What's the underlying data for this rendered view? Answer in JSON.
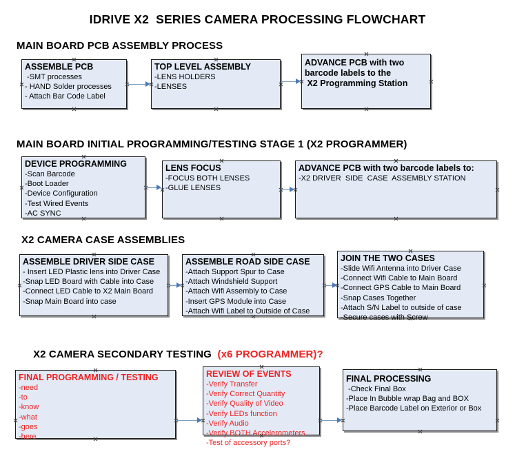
{
  "document": {
    "title": "IDRIVE X2  SERIES CAMERA PROCESSING FLOWCHART"
  },
  "sections": [
    {
      "id": "main-board-pcb-assembly-process",
      "heading": "MAIN BOARD PCB ASSEMBLY PROCESS",
      "heading_accent": ""
    },
    {
      "id": "main-board-initial-programming",
      "heading": "MAIN BOARD INITIAL PROGRAMMING/TESTING STAGE 1 (X2 PROGRAMMER)",
      "heading_accent": ""
    },
    {
      "id": "x2-camera-case-assemblies",
      "heading": "X2 CAMERA CASE ASSEMBLIES",
      "heading_accent": ""
    },
    {
      "id": "x2-camera-secondary-testing",
      "heading": "X2 CAMERA SECONDARY TESTING  ",
      "heading_accent": "(x6 PROGRAMMER)?"
    }
  ],
  "boxes": {
    "assemble_pcb": {
      "header": "ASSEMBLE PCB",
      "lines": [
        " -SMT processes",
        "- HAND Solder processes",
        "- Attach Bar Code Label"
      ]
    },
    "top_level_assembly": {
      "header": "TOP LEVEL ASSEMBLY",
      "lines": [
        "-LENS HOLDERS",
        "-LENSES"
      ]
    },
    "advance_pcb_station": {
      "header": "ADVANCE PCB with two\nbarcode labels to the\n X2 Programming Station",
      "lines": []
    },
    "device_programming": {
      "header": "DEVICE PROGRAMMING",
      "lines": [
        "-Scan Barcode",
        "-Boot Loader",
        "-Device Configuration",
        "-Test Wired Events",
        "-AC SYNC"
      ]
    },
    "lens_focus": {
      "header": "LENS FOCUS",
      "lines": [
        "-FOCUS BOTH LENSES",
        "-GLUE LENSES"
      ]
    },
    "advance_pcb_driver_side": {
      "header": "ADVANCE PCB with two barcode labels to:",
      "lines": [
        "-X2 DRIVER  SIDE  CASE  ASSEMBLY STATION"
      ]
    },
    "assemble_driver_side_case": {
      "header": "ASSEMBLE DRIVER SIDE CASE",
      "lines": [
        "- Insert LED Plastic lens into Driver Case",
        "-Snap LED Board with Cable into Case",
        "-Connect LED Cable to X2 Main Board",
        "-Snap Main Board into case"
      ]
    },
    "assemble_road_side_case": {
      "header": "ASSEMBLE ROAD SIDE CASE",
      "lines": [
        "-Attach Support Spur to Case",
        "-Attach Windshield Support",
        "-Attach Wifi Assembly to Case",
        "-Insert GPS Module into Case",
        "-Attach Wifi Label to Outside of Case"
      ]
    },
    "join_the_two_cases": {
      "header": "JOIN THE TWO CASES",
      "lines": [
        "-Slide Wifi Antenna into Driver Case",
        "-Connect Wifi Cable to Main Board",
        "-Connect GPS Cable to Main Board",
        "-Snap Cases Together",
        "-Attach S/N Label to outside of case",
        "-Secure cases with Screw"
      ]
    },
    "final_programming_testing": {
      "header": "FINAL PROGRAMMING / TESTING",
      "lines": [
        "-need",
        "-to",
        "-know",
        "-what",
        "-goes",
        "-here"
      ]
    },
    "review_of_events": {
      "header": "REVIEW OF EVENTS",
      "lines": [
        "-Verify Transfer",
        "-Verify Correct Quantity",
        "-Verify Quality of Video",
        "-Verify LEDs function",
        "-Verify Audio",
        "-Verify BOTH Accelerometers",
        "-Test of accessory ports?"
      ]
    },
    "final_processing": {
      "header": "FINAL PROCESSING",
      "lines": [
        " -Check Final Box",
        "-Place In Bubble wrap Bag and BOX",
        "-Place Barcode Label on Exterior or Box"
      ]
    }
  },
  "colors": {
    "box_fill": "#e3eaf6",
    "box_border": "#1b1b1b",
    "connector": "#7e9ec0",
    "arrow": "#4a78b5",
    "accent_red": "#ee2222",
    "text": "#000000"
  }
}
